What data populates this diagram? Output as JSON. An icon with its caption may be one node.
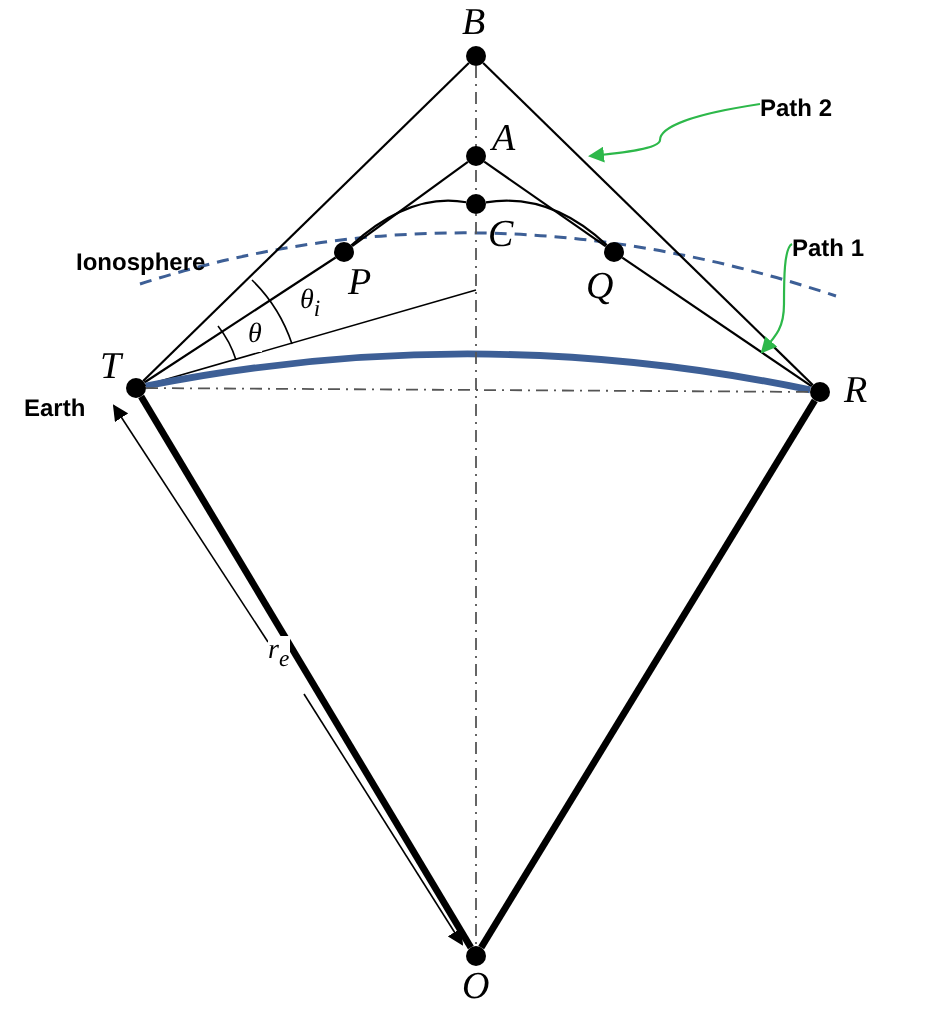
{
  "diagram": {
    "nodes": [
      {
        "text": [
          "B"
        ]
      },
      {
        "text": [
          "A"
        ]
      },
      {
        "text": [
          "C"
        ]
      },
      {
        "text": [
          "P"
        ]
      },
      {
        "text": [
          "Q"
        ]
      },
      {
        "text": [
          "T"
        ]
      },
      {
        "text": [
          "R"
        ]
      },
      {
        "text": [
          "O"
        ]
      },
      {
        "text": [
          "Path 2"
        ]
      },
      {
        "text": [
          "Path 1"
        ]
      }
    ],
    "edges": [
      {
        "from": 5,
        "to": 0,
        "arrow": "none"
      },
      {
        "from": 0,
        "to": 6,
        "arrow": "none"
      },
      {
        "from": 5,
        "to": 3,
        "arrow": "none"
      },
      {
        "from": 3,
        "to": 1,
        "arrow": "none"
      },
      {
        "from": 1,
        "to": 4,
        "arrow": "none"
      },
      {
        "from": 4,
        "to": 6,
        "arrow": "none"
      },
      {
        "from": 3,
        "to": 2,
        "arrow": "none"
      },
      {
        "from": 2,
        "to": 4,
        "arrow": "none"
      },
      {
        "from": 5,
        "to": 7,
        "arrow": "none",
        "style": "thick"
      },
      {
        "from": 7,
        "to": 6,
        "arrow": "none",
        "style": "thick"
      },
      {
        "from": 5,
        "to": 6,
        "arrow": "none",
        "style": "thick",
        "color": "#3d5f96"
      },
      {
        "from": 5,
        "to": 6,
        "arrow": "none",
        "style": "dashed"
      },
      {
        "from": 0,
        "to": 7,
        "arrow": "none",
        "style": "dashed"
      },
      {
        "from": 8,
        "to": null,
        "arrow": "to",
        "color": "#2db84a"
      },
      {
        "from": 9,
        "to": null,
        "arrow": "to",
        "color": "#2db84a"
      }
    ],
    "labels": [
      "Ionosphere",
      "Earth",
      "θ",
      "θ$_{i}$",
      "r$_{e}$"
    ]
  }
}
